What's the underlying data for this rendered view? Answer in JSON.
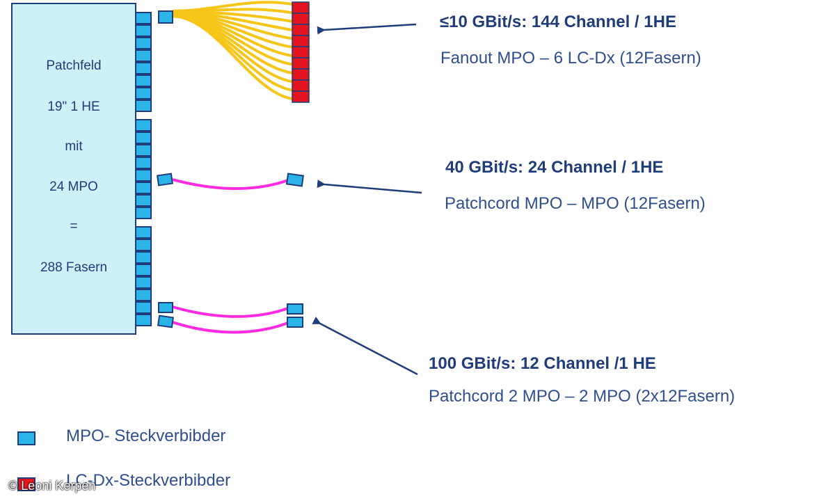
{
  "patch_panel": {
    "line1": "Patchfeld",
    "line2": "19\" 1 HE",
    "line3": "mit",
    "line4": "24 MPO",
    "line5": "=",
    "line6": "288 Fasern"
  },
  "options": [
    {
      "heading": "≤10 GBit/s:  144 Channel / 1HE",
      "detail": "Fanout MPO – 6 LC-Dx (12Fasern)"
    },
    {
      "heading": "40 GBit/s:  24 Channel / 1HE",
      "detail": "Patchcord MPO – MPO (12Fasern)"
    },
    {
      "heading": "100 GBit/s: 12 Channel /1 HE",
      "detail": "Patchcord 2 MPO – 2 MPO (2x12Fasern)"
    }
  ],
  "legend": [
    {
      "label": "MPO- Steckverbibder",
      "color": "#2ab4e8"
    },
    {
      "label": "LC-Dx-Steckverbibder",
      "color": "#e3141d"
    }
  ],
  "credit": "© Leoni Kerpen",
  "colors": {
    "panel_fill": "#ccf2f8",
    "outline": "#1f3d7a",
    "mpo": "#2ab4e8",
    "lc": "#e3141d",
    "fiber_fanout": "#f5c518",
    "fiber_patch": "#ff2be0"
  }
}
